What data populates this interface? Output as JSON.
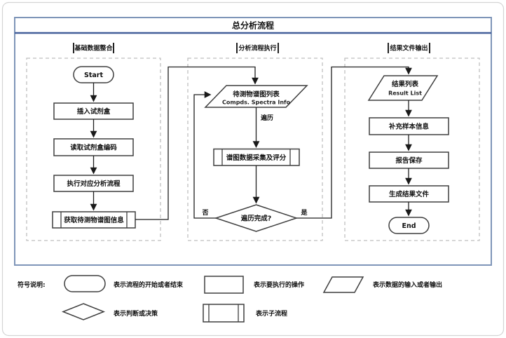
{
  "diagram": {
    "title": "总分析流程",
    "columns": [
      {
        "label": "基础数据整合"
      },
      {
        "label": "分析流程执行"
      },
      {
        "label": "结果文件输出"
      }
    ],
    "left": {
      "start": "Start",
      "step1": "插入试剂盒",
      "step2": "读取试剂盒编码",
      "step3": "执行对应分析流程",
      "step4": "获取待测物谱图信息"
    },
    "middle": {
      "io_label": "待测物谱图列表",
      "io_sublabel": "Compds. Spectra Info",
      "iterate_label": "遍历",
      "subprocess_label": "谱图数据采集及评分",
      "decision_label": "遍历完成?",
      "no_label": "否",
      "yes_label": "是"
    },
    "right": {
      "io_label": "结果列表",
      "io_sublabel": "Result List",
      "step1": "补充样本信息",
      "step2": "报告保存",
      "step3": "生成结果文件",
      "end": "End"
    }
  },
  "legend": {
    "heading": "符号说明:",
    "items": [
      {
        "shape": "terminator",
        "label": "表示流程的开始或者结束"
      },
      {
        "shape": "process",
        "label": "表示要执行的操作"
      },
      {
        "shape": "io",
        "label": "表示数据的输入或者输出"
      },
      {
        "shape": "decision",
        "label": "表示判断或决策"
      },
      {
        "shape": "subprocess",
        "label": "表示子流程"
      }
    ]
  },
  "colors": {
    "frame_border": "#7e95b8",
    "title_rule": "#44609a",
    "shape_stroke": "#3f3f3f",
    "connector": "#1f1f1f",
    "dashed_lane": "#bfbfbf",
    "text": "#111111"
  }
}
